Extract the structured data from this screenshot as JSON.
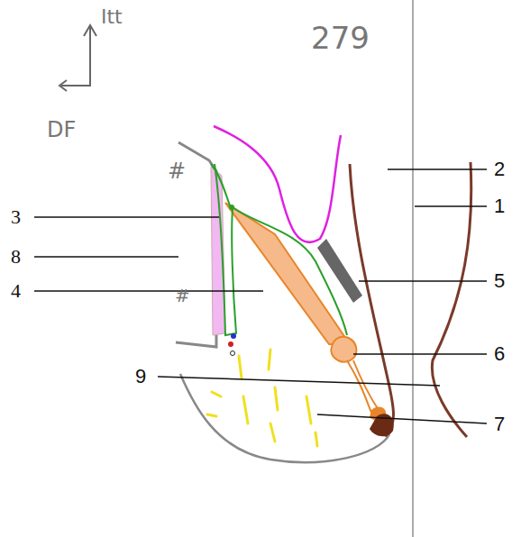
{
  "diagram": {
    "labels": [
      "279",
      "Itt",
      "DF",
      "#",
      "#",
      "1",
      "2",
      "3",
      "8",
      "4",
      "5",
      "6",
      "9",
      "7"
    ]
  }
}
